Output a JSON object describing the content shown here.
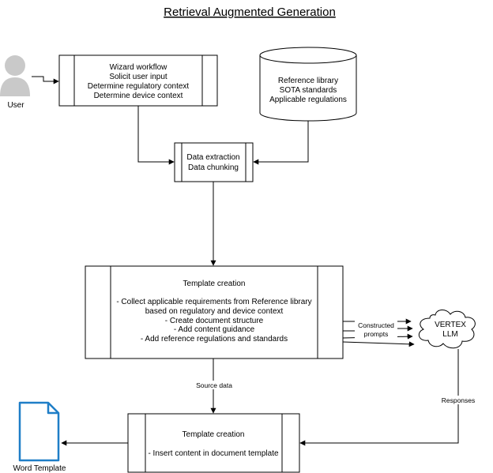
{
  "title": "Retrieval Augmented Generation",
  "user": {
    "label": "User"
  },
  "wizard": {
    "lines": [
      "Wizard workflow",
      "Solicit user input",
      "Determine regulatory context",
      "Determine device context"
    ]
  },
  "reference": {
    "lines": [
      "Reference library",
      "SOTA standards",
      "Applicable regulations"
    ]
  },
  "extraction": {
    "lines": [
      "Data extraction",
      "Data chunking"
    ]
  },
  "template_creation": {
    "heading": "Template creation",
    "lines": [
      "- Collect applicable requirements from Reference library",
      "based on regulatory and device context",
      "- Create document structure",
      "- Add content guidance",
      "- Add reference regulations and standards"
    ]
  },
  "llm": {
    "lines": [
      "VERTEX",
      "LLM"
    ]
  },
  "edges": {
    "constructed": [
      "Constructed",
      "prompts"
    ],
    "source_data": "Source data",
    "responses": "Responses"
  },
  "insert": {
    "heading": "Template creation",
    "line": "- Insert content in document template"
  },
  "word_template": {
    "label": "Word Template"
  },
  "colors": {
    "stroke": "#000000",
    "user_icon": "#c9c9c9",
    "doc_icon": "#1f7ec7"
  }
}
